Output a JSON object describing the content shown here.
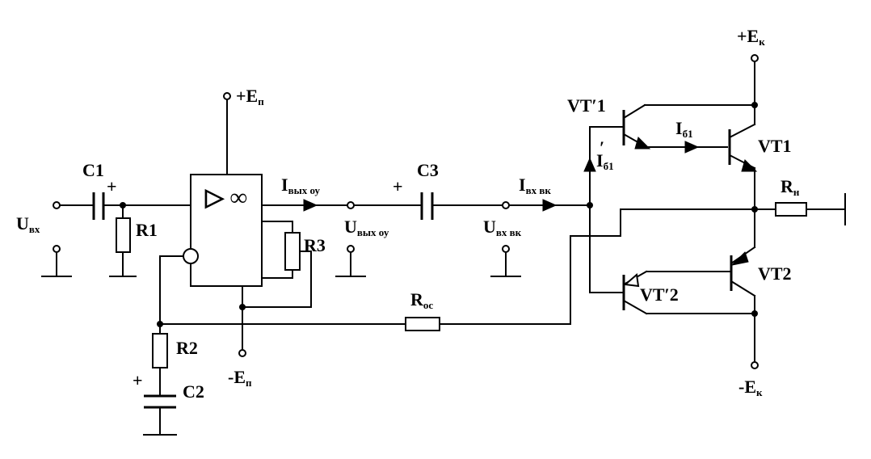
{
  "labels": {
    "c1": "C1",
    "c1_plus": "+",
    "r1": "R1",
    "u_in": "U",
    "u_in_sub": "вх",
    "r2": "R2",
    "c2": "C2",
    "c2_plus": "+",
    "ep_top": "+E",
    "ep_top_sub": "п",
    "ep_bot": "-E",
    "ep_bot_sub": "п",
    "opamp_sym": "▷ ∞",
    "r3": "R3",
    "i_out_oa": "I",
    "i_out_oa_sub": "вых оу",
    "u_out_oa": "U",
    "u_out_oa_sub": "вых оу",
    "c3": "C3",
    "c3_plus": "+",
    "i_in_vk": "I",
    "i_in_vk_sub": "вх вк",
    "u_in_vk": "U",
    "u_in_vk_sub": "вх вк",
    "roc": "R",
    "roc_sub": "ос",
    "vt1p": "VT′1",
    "vt2p": "VT′2",
    "vt1": "VT1",
    "vt2": "VT2",
    "ib1": "I",
    "ib1_sub": "б1",
    "ib1p": "I",
    "ib1p_sub": "б1",
    "ib1p_prime": "′",
    "rn": "R",
    "rn_sub": "н",
    "ek_top": "+E",
    "ek_top_sub": "к",
    "ek_bot": "-E",
    "ek_bot_sub": "к"
  }
}
